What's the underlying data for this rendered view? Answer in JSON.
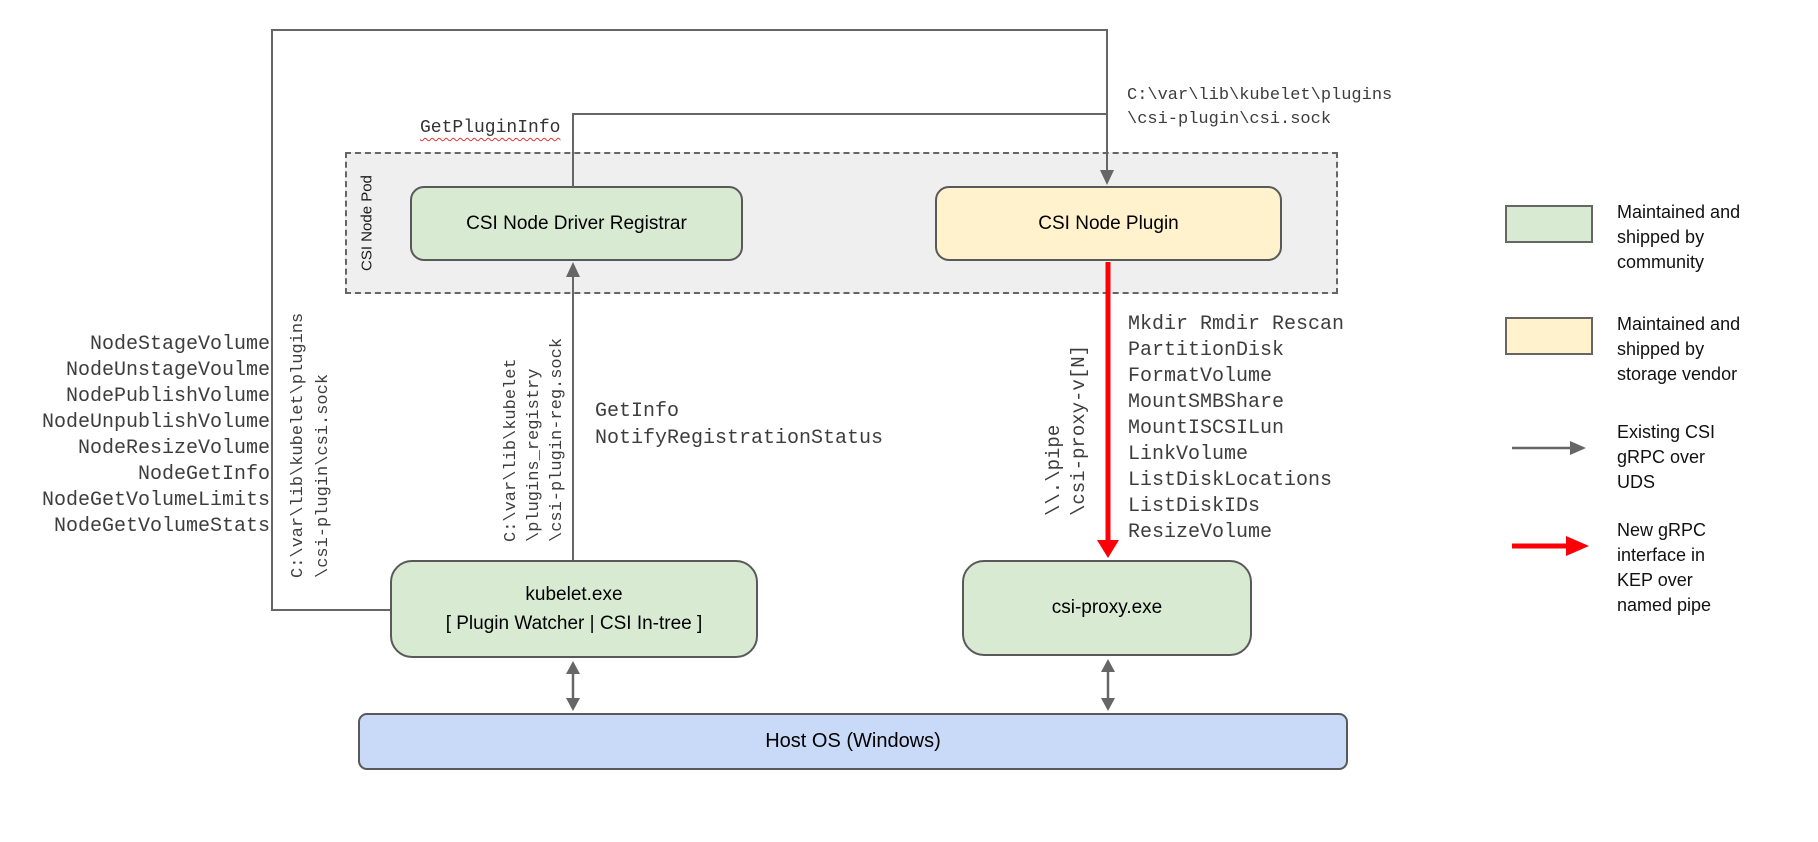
{
  "pod": {
    "label": "CSI Node Pod"
  },
  "boxes": {
    "registrar": "CSI Node Driver Registrar",
    "plugin": "CSI Node Plugin",
    "kubelet_lines": [
      "kubelet.exe",
      "[ Plugin Watcher | CSI In-tree ]"
    ],
    "csi_proxy": "csi-proxy.exe",
    "host_os": "Host OS (Windows)"
  },
  "labels": {
    "get_plugin_info": "GetPluginInfo",
    "csi_sock_path": [
      "C:\\var\\lib\\kubelet\\plugins",
      "\\csi-plugin\\csi.sock"
    ],
    "csi_sock_path_vertical": [
      "C:\\var\\lib\\kubelet\\plugins",
      "\\csi-plugin\\csi.sock"
    ],
    "registration_sock_path_vertical": [
      "C:\\var\\lib\\kubelet",
      "\\plugins_registry",
      "\\csi-plugin-reg.sock"
    ],
    "registration_calls": [
      "GetInfo",
      "NotifyRegistrationStatus"
    ],
    "named_pipe_vertical": [
      "\\\\.\\pipe",
      "\\csi-proxy-v[N]"
    ],
    "node_calls": [
      "NodeStageVolume",
      "NodeUnstageVoulme",
      "NodePublishVolume",
      "NodeUnpublishVolume",
      "NodeResizeVolume",
      "NodeGetInfo",
      "NodeGetVolumeLimits",
      "NodeGetVolumeStats"
    ],
    "proxy_calls": [
      "Mkdir Rmdir Rescan",
      "PartitionDisk",
      "FormatVolume",
      "MountSMBShare",
      "MountISCSILun",
      "LinkVolume",
      "ListDiskLocations",
      "ListDiskIDs",
      "ResizeVolume"
    ]
  },
  "legend": {
    "community": {
      "lines": [
        "Maintained and",
        "shipped by",
        "community"
      ]
    },
    "vendor": {
      "lines": [
        "Maintained and",
        "shipped by",
        "storage vendor"
      ]
    },
    "existing_rpc": {
      "lines": [
        "Existing CSI",
        "gRPC over",
        "UDS"
      ]
    },
    "new_rpc": {
      "lines": [
        "New gRPC",
        "interface in",
        "KEP over",
        "named pipe"
      ]
    }
  },
  "colors": {
    "community_fill": "#d9ead3",
    "vendor_fill": "#fff2cc",
    "host_fill": "#c9daf8",
    "pod_fill": "#efefef",
    "connector_gray": "#666666",
    "new_rpc_red": "#fb0007",
    "box_border": "#595959"
  }
}
